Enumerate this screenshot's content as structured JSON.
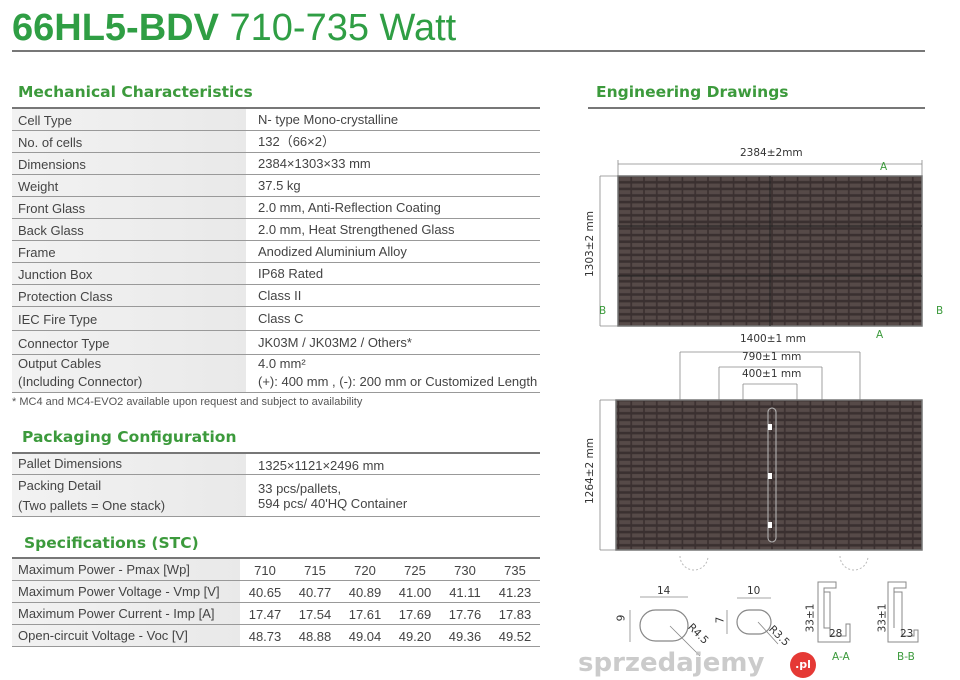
{
  "header": {
    "model": "66HL5-BDV",
    "power_range": "710-735 Watt"
  },
  "colors": {
    "accent": "#2f9e44",
    "heading": "#3c9a3c",
    "panel": "#3a3030"
  },
  "mechanical": {
    "title": "Mechanical Characteristics",
    "rows": [
      {
        "label": "Cell Type",
        "value": "N- type Mono-crystalline"
      },
      {
        "label": "No. of cells",
        "value": "132（66×2）"
      },
      {
        "label": "Dimensions",
        "value": "2384×1303×33 mm"
      },
      {
        "label": "Weight",
        "value": "37.5 kg"
      },
      {
        "label": "Front Glass",
        "value": "2.0 mm, Anti-Reflection Coating"
      },
      {
        "label": "Back Glass",
        "value": "2.0 mm, Heat Strengthened Glass"
      },
      {
        "label": "Frame",
        "value": "Anodized Aluminium Alloy"
      },
      {
        "label": "Junction Box",
        "value": "IP68 Rated"
      },
      {
        "label": "Protection Class",
        "value": "Class II"
      },
      {
        "label": "IEC Fire Type",
        "value": "Class C"
      },
      {
        "label": "Connector Type",
        "value": "JK03M / JK03M2 / Others*"
      }
    ],
    "cables": {
      "label1": "Output Cables",
      "label2": "(Including Connector)",
      "value1": "4.0 mm²",
      "value2": "(+): 400 mm , (-): 200 mm or Customized Length"
    },
    "footnote": "* MC4 and MC4-EVO2 available upon request and subject to availability"
  },
  "packaging": {
    "title": "Packaging Configuration",
    "pallet": {
      "label": "Pallet Dimensions",
      "value": "1325×1121×2496 mm"
    },
    "packing": {
      "label1": "Packing Detail",
      "label2": "(Two pallets = One stack)",
      "value1": "33 pcs/pallets,",
      "value2": "594 pcs/ 40'HQ Container"
    }
  },
  "stc": {
    "title": "Specifications (STC)",
    "rows": [
      {
        "label": "Maximum Power - Pmax  [Wp]",
        "values": [
          "710",
          "715",
          "720",
          "725",
          "730",
          "735"
        ]
      },
      {
        "label": "Maximum Power Voltage - Vmp  [V]",
        "values": [
          "40.65",
          "40.77",
          "40.89",
          "41.00",
          "41.11",
          "41.23"
        ]
      },
      {
        "label": "Maximum Power Current - Imp  [A]",
        "values": [
          "17.47",
          "17.54",
          "17.61",
          "17.69",
          "17.76",
          "17.83"
        ]
      },
      {
        "label": "Open-circuit Voltage - Voc  [V]",
        "values": [
          "48.73",
          "48.88",
          "49.04",
          "49.20",
          "49.36",
          "49.52"
        ]
      }
    ]
  },
  "drawings": {
    "title": "Engineering Drawings",
    "front_width": "2384±2mm",
    "front_height": "1303±2 mm",
    "back_height": "1264±2 mm",
    "mount_outer": "1400±1 mm",
    "mount_mid": "790±1 mm",
    "mount_inner": "400±1 mm",
    "section_a": "A",
    "section_b": "B",
    "hole1": {
      "w": "14",
      "h": "9",
      "r": "R4.5"
    },
    "hole2": {
      "w": "10",
      "h": "7",
      "r": "R3.5"
    },
    "frame_aa": {
      "h": "33±1",
      "w": "28",
      "label": "A-A"
    },
    "frame_bb": {
      "h": "33±1",
      "w": "23",
      "label": "B-B"
    }
  },
  "watermark": {
    "text": "sprzedajemy",
    "badge": ".pl"
  }
}
